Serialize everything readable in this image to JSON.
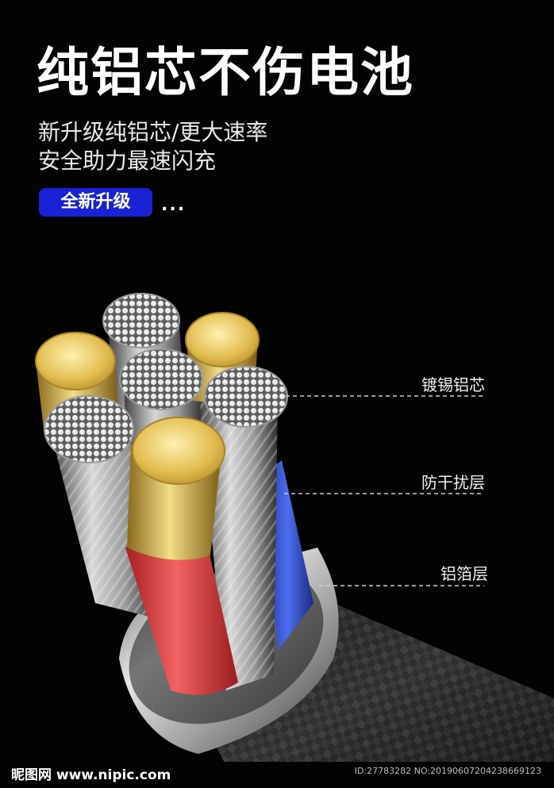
{
  "headline": "纯铝芯不伤电池",
  "subtitle_line1": "新升级纯铝芯/更大速率",
  "subtitle_line2": "安全助力最速闪充",
  "badge_text": "全新升级",
  "badge_dots": "...",
  "labels": {
    "tinned_core": "镀锡铝芯",
    "shield_layer": "防干扰层",
    "foil_layer": "铝箔层"
  },
  "watermark": {
    "site": "昵图网 www.nipic.com",
    "id_line": "ID:27783282 NO:20190607204238669123"
  },
  "colors": {
    "background": "#030303",
    "badge": "#1a22d6",
    "red_wire": "#e03a3a",
    "blue_wire": "#3a55d6",
    "gold": "#d8b64a"
  }
}
